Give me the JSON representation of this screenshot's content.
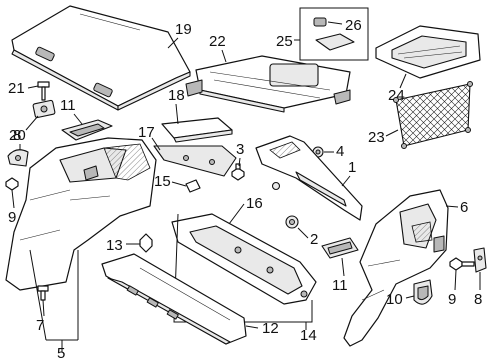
{
  "callouts": {
    "c1": "1",
    "c2": "2",
    "c3": "3",
    "c4": "4",
    "c5": "5",
    "c6": "6",
    "c7": "7",
    "c8a": "8",
    "c8b": "8",
    "c9a": "9",
    "c9b": "9",
    "c10": "10",
    "c11a": "11",
    "c11b": "11",
    "c12": "12",
    "c13": "13",
    "c14": "14",
    "c15": "15",
    "c16": "16",
    "c17": "17",
    "c18": "18",
    "c19": "19",
    "c20": "20",
    "c21": "21",
    "c22": "22",
    "c23": "23",
    "c24": "24",
    "c25": "25",
    "c26": "26"
  }
}
